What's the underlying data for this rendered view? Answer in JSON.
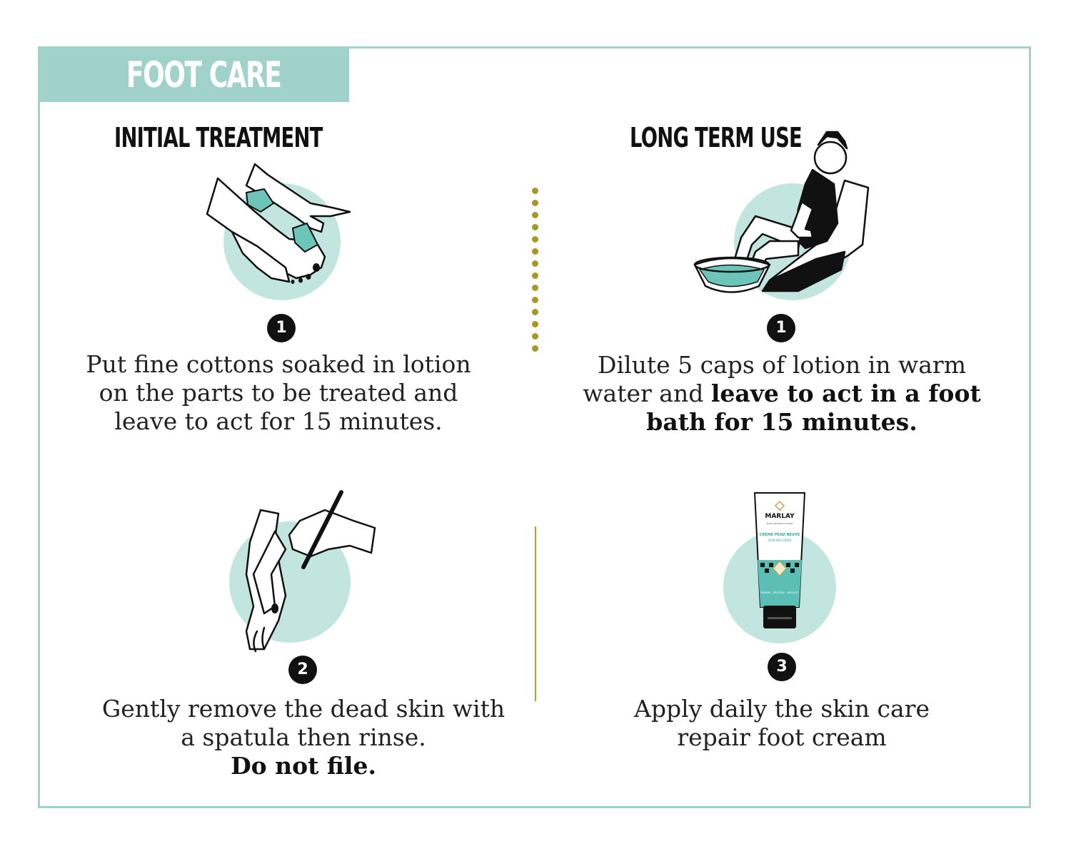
{
  "header": {
    "title": "FOOT CARE"
  },
  "initial": {
    "heading": "INITIAL TREATMENT",
    "step1": {
      "number": "1",
      "text": "Put fine cottons soaked in lotion on the parts to be treated and leave to act for 15 minutes."
    },
    "step2": {
      "number": "2",
      "text": "Gently remove the dead skin with a spatula then rinse.",
      "bold": "Do not file."
    }
  },
  "longterm": {
    "heading": "LONG TERM USE",
    "step1": {
      "number": "1",
      "text": "Dilute 5 caps of lotion in warm water and",
      "bold": "leave to act in a foot bath for 15 minutes."
    },
    "step3": {
      "number": "3",
      "text": "Apply daily the skin care repair foot cream"
    }
  },
  "product": {
    "brand": "MARLAY",
    "tagline": "POUR UNE BELLE SANTÉ",
    "name": "CRÈME PEAU NEUVE",
    "subname": "SOIN DES PIEDS",
    "footer": "RÉPARE · PROTÈGE · ADOUCIT"
  },
  "colors": {
    "accent": "#a0d2cb",
    "circle": "#c3e5df",
    "divider": "#a59a1f",
    "tube_teal": "#5cbfb6"
  }
}
